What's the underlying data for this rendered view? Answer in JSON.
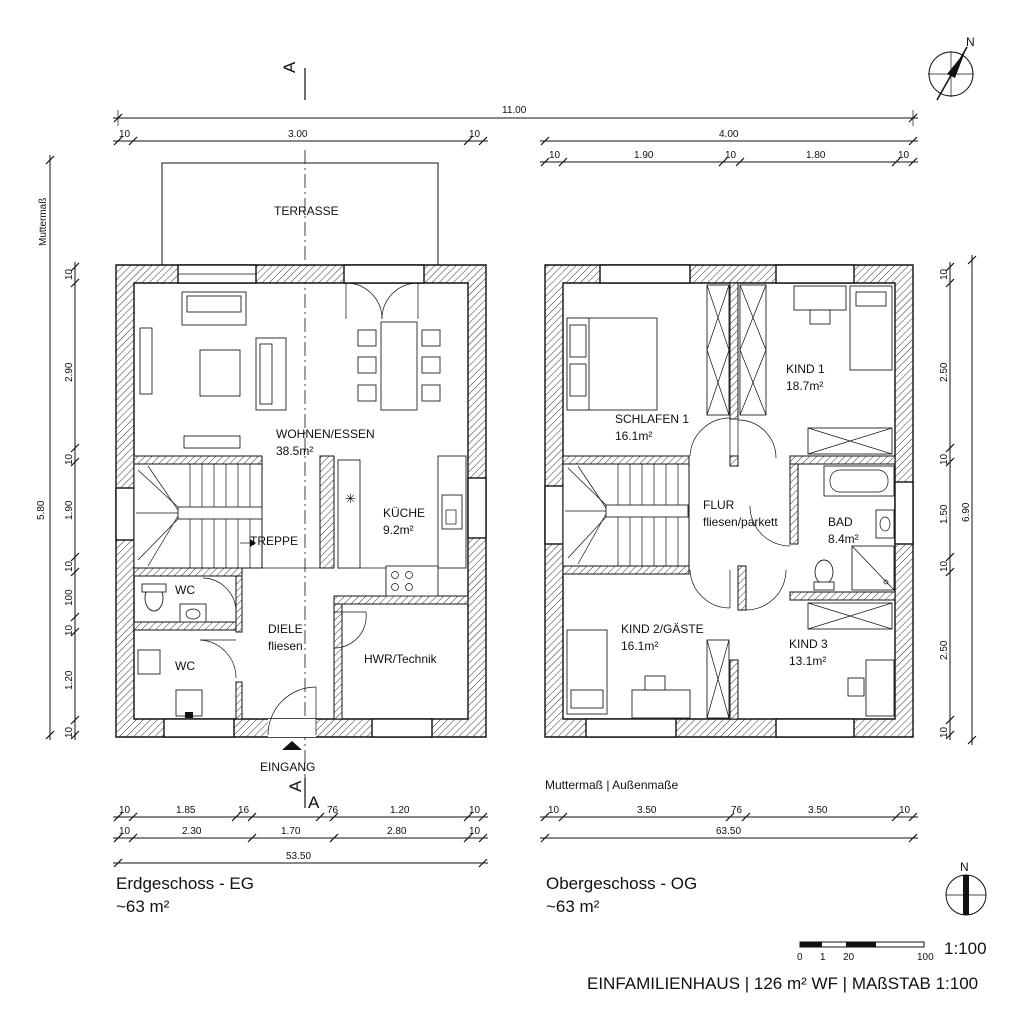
{
  "section_marks": {
    "letter": "A"
  },
  "dims_eg": {
    "top_total": "11.00",
    "top_10a": "10",
    "top_mid": "3.00",
    "top_10b": "10",
    "left": [
      "10",
      "2.90",
      "10",
      "1.90",
      "10",
      "100",
      "10",
      "1.20",
      "10"
    ],
    "left_total": "5.80",
    "bottom_row1": [
      "10",
      "1.85",
      "16",
      "76",
      "1.20",
      "10"
    ],
    "bottom_row2": [
      "10",
      "2.30",
      "1.70",
      "2.80",
      "10"
    ],
    "bottom_total": "53.50"
  },
  "dims_og": {
    "top_total": "4.00",
    "top_row": [
      "10",
      "1.90",
      "10",
      "1.80",
      "10"
    ],
    "right": [
      "10",
      "2.50",
      "10",
      "1.50",
      "10",
      "2.50",
      "10"
    ],
    "right_total": "6.90",
    "bottom_row1": [
      "10",
      "3.50",
      "76",
      "3.50",
      "10"
    ],
    "bottom_total": "63.50"
  },
  "labels": {
    "muttermass_vertical": "Muttermaß",
    "muttermass_legend": "Muttermaß | Außenmaße",
    "entrance": "EINGANG",
    "terrace": "TERRASSE"
  },
  "rooms_eg": [
    {
      "name": "WOHNEN/ESSEN",
      "area": "38.5m²"
    },
    {
      "name": "KÜCHE",
      "area": "9.2m²"
    },
    {
      "name": "TREPPE",
      "area": ""
    },
    {
      "name": "WC",
      "area": ""
    },
    {
      "name": "WC",
      "area": ""
    },
    {
      "name": "DIELE",
      "area": "fliesen"
    },
    {
      "name": "HWR/Technik",
      "area": ""
    }
  ],
  "rooms_og": [
    {
      "name": "SCHLAFEN 1",
      "area": "16.1m²"
    },
    {
      "name": "KIND 1",
      "area": "18.7m²"
    },
    {
      "name": "FLUR",
      "area": "fliesen/parkett"
    },
    {
      "name": "BAD",
      "area": "8.4m²"
    },
    {
      "name": "KIND 2/GÄSTE",
      "area": "16.1m²"
    },
    {
      "name": "KIND 3",
      "area": "13.1m²"
    }
  ],
  "floor_titles": {
    "eg_title": "Erdgeschoss - EG",
    "eg_area": "~63 m²",
    "og_title": "Obergeschoss - OG",
    "og_area": "~63 m²"
  },
  "north": {
    "letter": "N"
  },
  "scale": {
    "ticks": [
      "0",
      "1",
      "20",
      "100"
    ],
    "ratio": "1:100"
  },
  "footer": "EINFAMILIENHAUS | 126 m² WF | MAßSTAB 1:100"
}
